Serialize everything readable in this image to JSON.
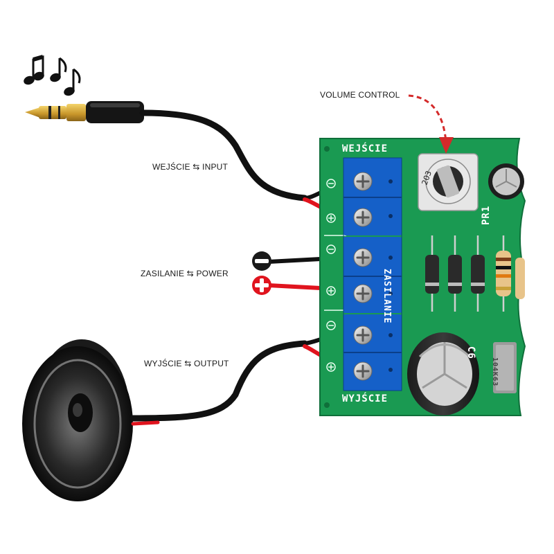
{
  "labels": {
    "volume_control": "VOLUME CONTROL",
    "input": "WEJŚCIE ⇆ INPUT",
    "power": "ZASILANIE ⇆ POWER",
    "output": "WYJŚCIE ⇆ OUTPUT"
  },
  "pcb": {
    "top_label": "WEJŚCIE",
    "bottom_label": "WYJŚCIE",
    "side_label": "ZASILANIE",
    "pot_label": "PR1",
    "cap_label": "C6",
    "film_cap_marking": "104K63"
  },
  "icons": [
    "music-notes-icon",
    "audio-jack-plug",
    "speaker-icon",
    "minus-icon",
    "plus-icon"
  ],
  "colors": {
    "pcb": "#1a9a52",
    "terminal": "#1560c8",
    "wire_red": "#e0141e",
    "wire_black": "#111111",
    "arrow": "#d42a2a"
  }
}
